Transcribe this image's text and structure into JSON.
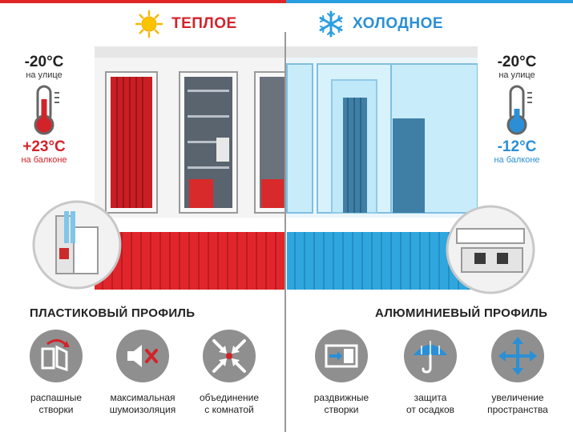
{
  "headings": {
    "warm": "ТЕПЛОЕ",
    "cold": "ХОЛОДНОЕ",
    "warm_color": "#d3232a",
    "cold_color": "#2a8fd6"
  },
  "temps": {
    "left": {
      "outside": "-20°C",
      "outside_label": "на улице",
      "inside": "+23°C",
      "inside_label": "на балконе"
    },
    "right": {
      "outside": "-20°C",
      "outside_label": "на улице",
      "inside": "-12°C",
      "inside_label": "на балконе"
    }
  },
  "profiles": {
    "left": "ПЛАСТИКОВЫЙ ПРОФИЛЬ",
    "right": "АЛЮМИНИЕВЫЙ ПРОФИЛЬ"
  },
  "features": [
    {
      "line1": "распашные",
      "line2": "створки",
      "icon": "swing-door-icon"
    },
    {
      "line1": "максимальная",
      "line2": "шумоизоляция",
      "icon": "mute-speaker-icon"
    },
    {
      "line1": "объединение",
      "line2": "с комнатой",
      "icon": "merge-arrows-icon"
    },
    {
      "line1": "раздвижные",
      "line2": "створки",
      "icon": "sliding-door-icon"
    },
    {
      "line1": "защита",
      "line2": "от осадков",
      "icon": "umbrella-icon"
    },
    {
      "line1": "увеличение",
      "line2": "пространства",
      "icon": "expand-arrows-icon"
    }
  ]
}
